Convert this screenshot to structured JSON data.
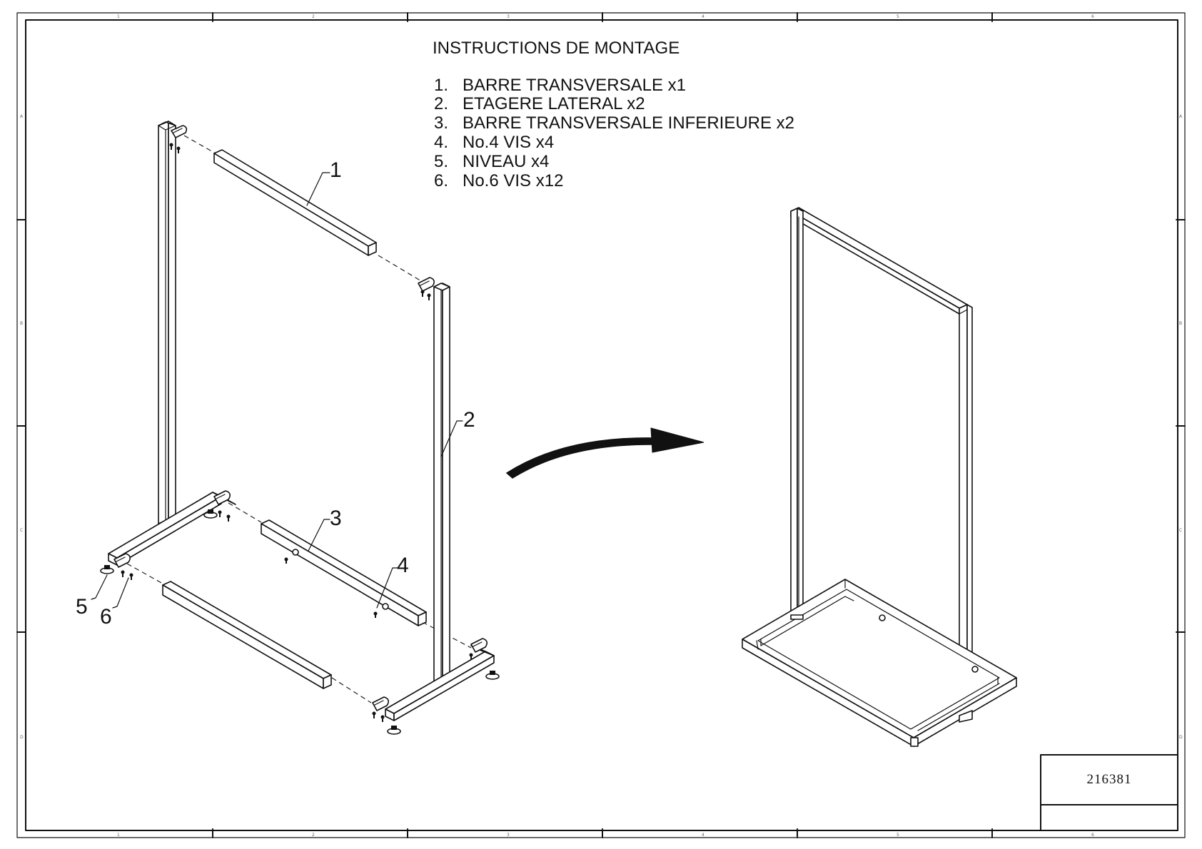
{
  "title": "INSTRUCTIONS DE MONTAGE",
  "parts": [
    {
      "num": "1.",
      "label": "BARRE TRANSVERSALE  x1"
    },
    {
      "num": "2.",
      "label": "ETAGERE LATERAL  x2"
    },
    {
      "num": "3.",
      "label": "BARRE TRANSVERSALE INFERIEURE x2"
    },
    {
      "num": "4.",
      "label": "No.4 VIS  x4"
    },
    {
      "num": "5.",
      "label": "NIVEAU  x4"
    },
    {
      "num": "6.",
      "label": "No.6 VIS  x12"
    }
  ],
  "callouts": {
    "c1": "1",
    "c2": "2",
    "c3": "3",
    "c4": "4",
    "c5": "5",
    "c6": "6"
  },
  "title_block": {
    "doc_number": "216381"
  },
  "zones": {
    "columns": [
      "1",
      "2",
      "3",
      "4",
      "5",
      "6"
    ],
    "rows": [
      "A",
      "B",
      "C",
      "D"
    ]
  },
  "icons": {
    "arrow": "curved-arrow-icon"
  },
  "colors": {
    "ink": "#111111",
    "paper": "#ffffff"
  }
}
